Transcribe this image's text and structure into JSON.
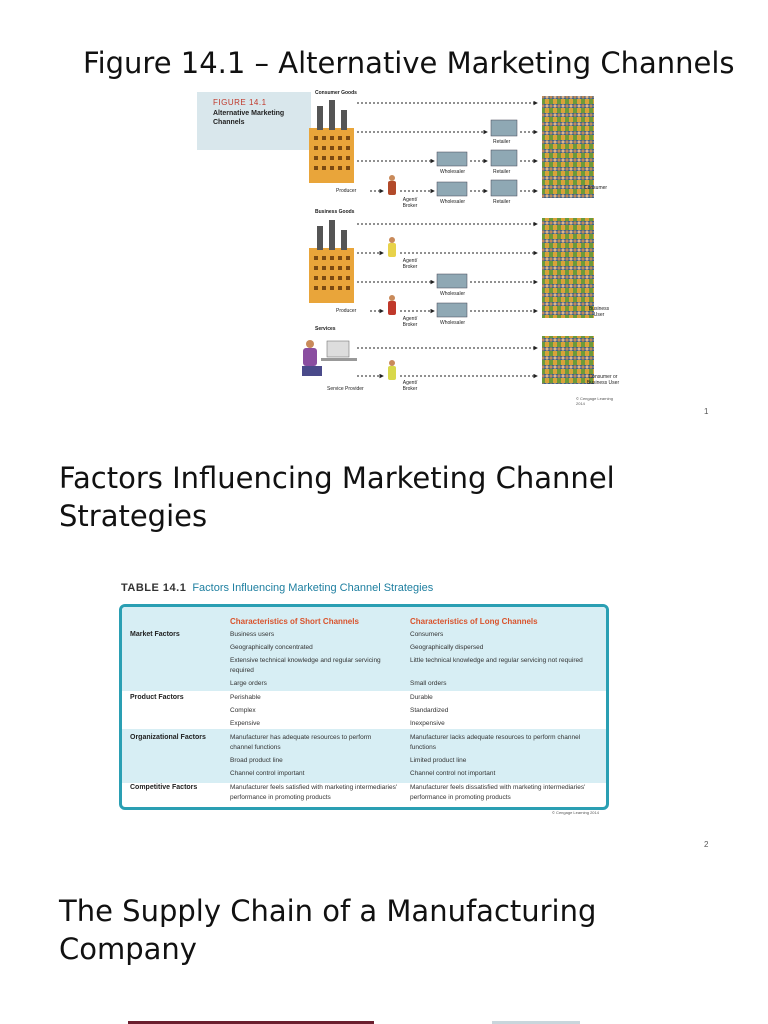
{
  "slides": [
    {
      "title": "Figure 14.1 – Alternative Marketing Channels",
      "page": "1"
    },
    {
      "title": "Factors Influencing Marketing Channel Strategies",
      "page": "2"
    },
    {
      "title": "The Supply Chain of a Manufacturing Company"
    }
  ],
  "figure": {
    "tag": "FIGURE 14.1",
    "title": "Alternative Marketing Channels",
    "sections": [
      "Consumer Goods",
      "Business Goods",
      "Services"
    ],
    "labels": {
      "retailer": "Retailer",
      "wholesaler": "Wholesaler",
      "producer": "Producer",
      "agent_broker": "Agent/ Broker",
      "consumer": "Consumer",
      "business_user": "Business User",
      "service_provider": "Service Provider",
      "consumer_or_business_user": "Consumer or Business User"
    },
    "copyright": "© Cengage Learning 2014"
  },
  "table": {
    "number": "TABLE 14.1",
    "title": "Factors Influencing Marketing Channel Strategies",
    "columns": [
      "Characteristics of Short Channels",
      "Characteristics of Long Channels"
    ],
    "rows": [
      {
        "factor": "Market Factors",
        "short": [
          "Business users",
          "Geographically concentrated",
          "Extensive technical knowledge and regular servicing required",
          "Large orders"
        ],
        "long": [
          "Consumers",
          "Geographically dispersed",
          "Little technical knowledge and regular servicing not required",
          "Small orders"
        ]
      },
      {
        "factor": "Product Factors",
        "short": [
          "Perishable",
          "Complex",
          "Expensive"
        ],
        "long": [
          "Durable",
          "Standardized",
          "Inexpensive"
        ]
      },
      {
        "factor": "Organizational Factors",
        "short": [
          "Manufacturer has adequate resources to perform channel functions",
          "Broad product line",
          "Channel control important"
        ],
        "long": [
          "Manufacturer lacks adequate resources to perform channel functions",
          "Limited product line",
          "Channel control not important"
        ]
      },
      {
        "factor": "Competitive Factors",
        "short": [
          "Manufacturer feels satisfied with marketing intermediaries' performance in promoting products"
        ],
        "long": [
          "Manufacturer feels dissatisfied with marketing intermediaries' performance in promoting products"
        ]
      }
    ],
    "copyright": "© Cengage Learning 2014"
  },
  "colors": {
    "accent": "#2a9fb3",
    "column_header": "#d9532c",
    "shade": "#d7eef4"
  }
}
